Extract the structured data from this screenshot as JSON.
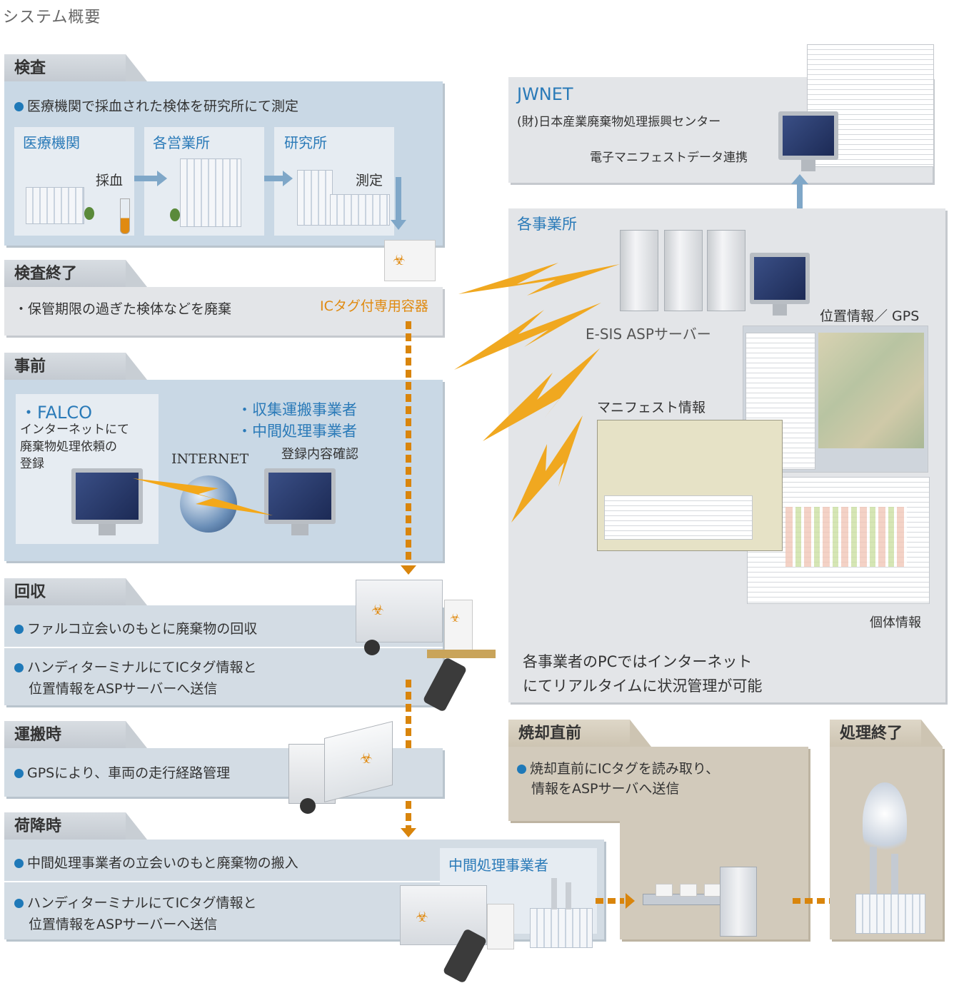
{
  "page_title": "システム概要",
  "inspection": {
    "tab": "検査",
    "bullet": "医療機関で採血された検体を研究所にて測定",
    "col1": "医療機関",
    "col2": "各営業所",
    "col3": "研究所",
    "step1": "採血",
    "step2": "測定"
  },
  "inspection_end": {
    "tab": "検査終了",
    "text": "・保管期限の過ぎた検体などを廃棄",
    "container": "ICタグ付専用容器"
  },
  "advance": {
    "tab": "事前",
    "falco": "・FALCO",
    "falco_desc1": "インターネットにて",
    "falco_desc2": "廃棄物処理依頼の",
    "falco_desc3": "登録",
    "internet": "INTERNET",
    "carrier1": "・収集運搬事業者",
    "carrier2": "・中間処理事業者",
    "confirm": "登録内容確認"
  },
  "collection": {
    "tab": "回収",
    "bullet1": "ファルコ立会いのもとに廃棄物の回収",
    "bullet2_l1": "ハンディターミナルにてICタグ情報と",
    "bullet2_l2": "位置情報をASPサーバーへ送信"
  },
  "transport": {
    "tab": "運搬時",
    "bullet": "GPSにより、車両の走行経路管理"
  },
  "unloading": {
    "tab": "荷降時",
    "bullet1": "中間処理事業者の立会いのもと廃棄物の搬入",
    "bullet2_l1": "ハンディターミナルにてICタグ情報と",
    "bullet2_l2": "位置情報をASPサーバーへ送信",
    "processor": "中間処理事業者"
  },
  "jwnet": {
    "title": "JWNET",
    "org": "(財)日本産業廃棄物処理振興センター",
    "link": "電子マニフェストデータ連携"
  },
  "offices": {
    "title": "各事業所",
    "server": "E-SIS ASPサーバー",
    "gps": "位置情報／ GPS",
    "manifest": "マニフェスト情報",
    "individual": "個体情報",
    "note_l1": "各事業者のPCではインターネット",
    "note_l2": "にてリアルタイムに状況管理が可能"
  },
  "pre_incineration": {
    "tab": "焼却直前",
    "bullet_l1": "焼却直前にICタグを読み取り、",
    "bullet_l2": "情報をASPサーバへ送信"
  },
  "done": {
    "tab": "処理終了"
  },
  "colors": {
    "accent_blue": "#2a7ab8",
    "accent_orange": "#d9850c",
    "panel_blue": "#c9d8e5",
    "panel_beige": "#d2cabb"
  }
}
